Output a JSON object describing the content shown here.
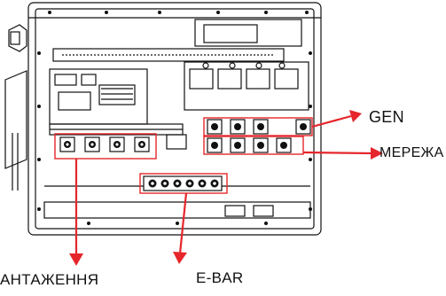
{
  "labels": {
    "gen": "GEN",
    "grid": "МЕРЕЖА",
    "load": "АНТАЖЕННЯ",
    "ebar": "E-BAR"
  },
  "colors": {
    "line": "#111111",
    "highlight": "#e5262b",
    "background": "#ffffff"
  }
}
